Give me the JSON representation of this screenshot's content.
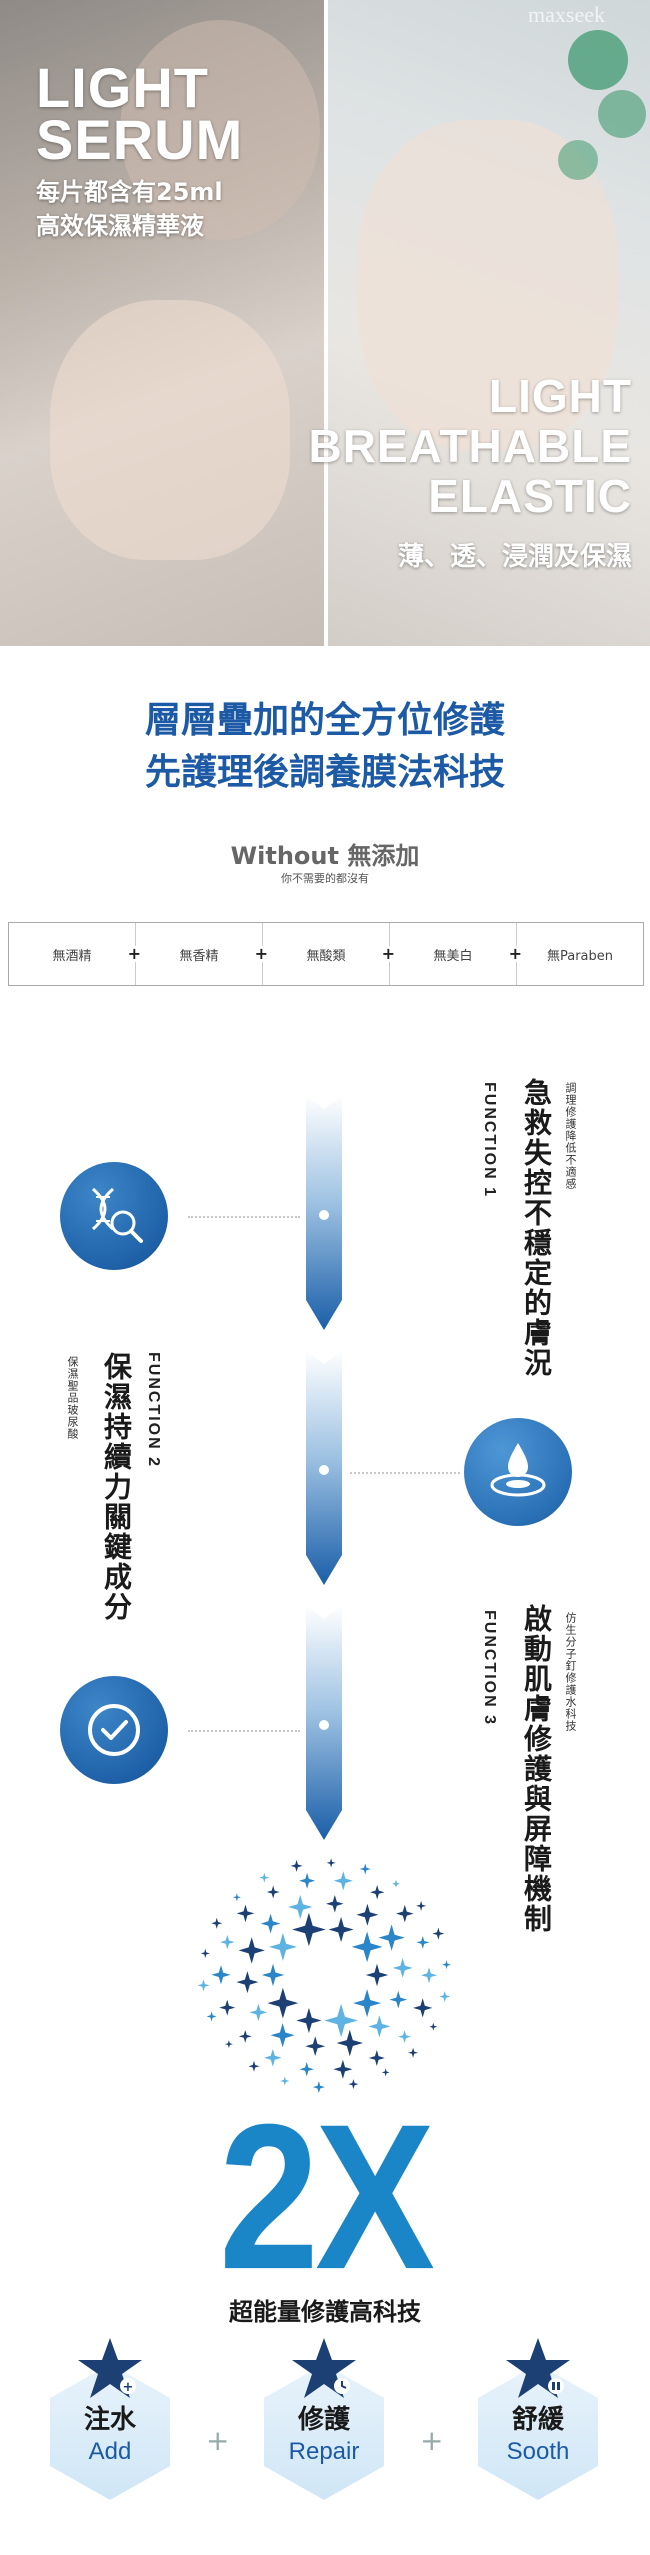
{
  "hero": {
    "left_title_1": "LIGHT",
    "left_title_2": "SERUM",
    "left_sub_1": "每片都含有25ml",
    "left_sub_2": "高效保濕精華液",
    "right_logo": "maxseek",
    "right_title_1": "LIGHT",
    "right_title_2": "BREATHABLE",
    "right_title_3": "ELASTIC",
    "right_sub": "薄、透、浸潤及保濕"
  },
  "headline": {
    "line1": "層層疊加的全方位修護",
    "line2": "先護理後調養膜法科技"
  },
  "without": {
    "title": "Without 無添加",
    "subtitle": "你不需要的都沒有",
    "items": [
      "無酒精",
      "無香精",
      "無酸類",
      "無美白",
      "無Paraben"
    ],
    "plus": "+"
  },
  "functions": [
    {
      "label": "FUNCTION 1",
      "title": "急救失控不穩定的膚況",
      "desc": "調理修護降低不適感",
      "icon": "dna-magnifier-icon"
    },
    {
      "label": "FUNCTION 2",
      "title": "保濕持續力關鍵成分",
      "desc": "保濕聖品玻尿酸",
      "icon": "water-drop-icon"
    },
    {
      "label": "FUNCTION 3",
      "title": "啟動肌膚修護與屏障機制",
      "desc": "仿生分子釘修護水科技",
      "icon": "checkmark-icon"
    }
  ],
  "result": {
    "big": "2X",
    "sub": "超能量修護高科技"
  },
  "benefits": [
    {
      "cn": "注水",
      "en": "Add",
      "icon": "star-plus-icon"
    },
    {
      "cn": "修護",
      "en": "Repair",
      "icon": "star-clock-icon"
    },
    {
      "cn": "舒緩",
      "en": "Sooth",
      "icon": "star-pause-icon"
    }
  ],
  "benefit_plus": "+",
  "colors": {
    "brand_blue": "#1c5aa6",
    "accent_blue": "#1a86c8",
    "navy": "#1c3f74"
  }
}
